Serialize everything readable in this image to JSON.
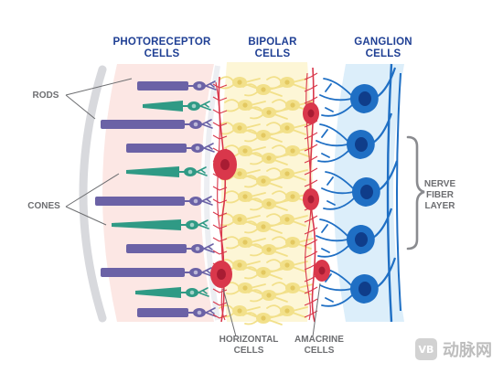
{
  "headers": {
    "photoreceptor": [
      "PHOTORECEPTOR",
      "CELLS"
    ],
    "bipolar": [
      "BIPOLAR",
      "CELLS"
    ],
    "ganglion": [
      "GANGLION",
      "CELLS"
    ]
  },
  "labels": {
    "rods": "RODS",
    "cones": "CONES",
    "horizontal": [
      "HORIZONTAL",
      "CELLS"
    ],
    "amacrine": [
      "AMACRINE",
      "CELLS"
    ],
    "nerve_fiber": [
      "NERVE",
      "FIBER",
      "LAYER"
    ]
  },
  "watermark": {
    "badge": "VB",
    "text": "动脉网"
  },
  "colors": {
    "header_text": "#1f3f94",
    "label_text": "#6d6e71",
    "rod": "#6b62a6",
    "cone": "#2f9a85",
    "bipolar": "#f2e08a",
    "horizontal": "#d9374b",
    "ganglion": "#1f6fc4",
    "ganglion_nucleus": "#0f3d8a",
    "band_pink": "#fbe3df",
    "band_yellow": "#fdf6d6",
    "band_blue": "#d8ecf9"
  }
}
